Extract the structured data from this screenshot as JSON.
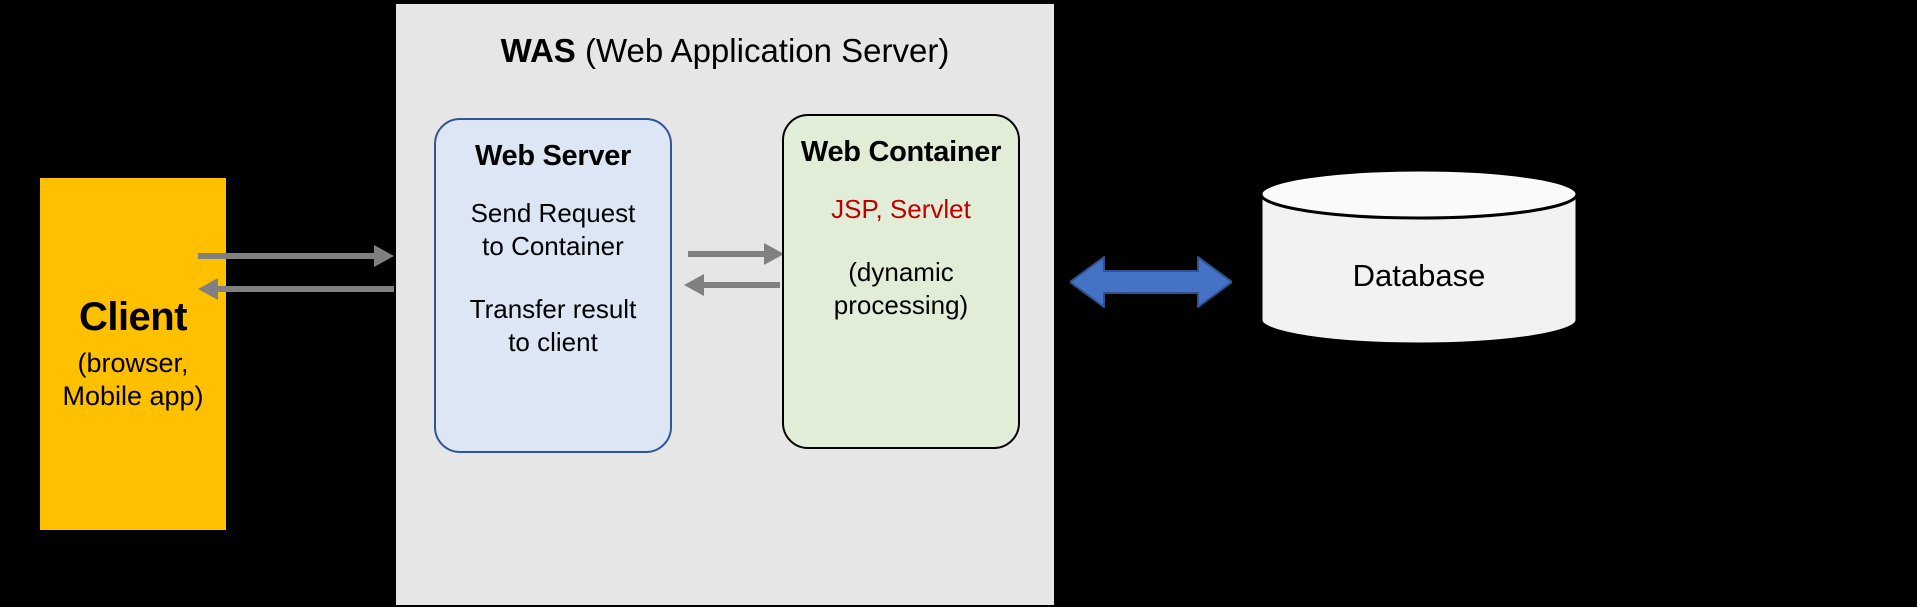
{
  "diagram": {
    "title": "WAS (Web Application Server) architecture",
    "colors": {
      "client_fill": "#FFC000",
      "was_panel_fill": "#E6E6E6",
      "web_server_fill": "#DCE6F5",
      "web_server_border": "#2E5596",
      "web_container_fill": "#E2EDD7",
      "web_container_border": "#000000",
      "accent_red": "#C00000",
      "blue_arrow_fill": "#4472C4",
      "blue_arrow_border": "#2F528F",
      "gray_arrow": "#808080",
      "database_fill": "#F2F2F2",
      "background": "#000000"
    }
  },
  "client": {
    "title": "Client",
    "sub_line1": "(browser,",
    "sub_line2": "Mobile app)"
  },
  "was": {
    "abbr": "WAS",
    "expansion": "(Web Application Server)"
  },
  "web_server": {
    "title": "Web Server",
    "body1_line1": "Send Request",
    "body1_line2": "to Container",
    "body2_line1": "Transfer result",
    "body2_line2": "to client"
  },
  "web_container": {
    "title": "Web Container",
    "tech": "JSP, Servlet",
    "body_line1": "(dynamic",
    "body_line2": "processing)"
  },
  "database": {
    "label": "Database"
  },
  "arrows": {
    "client_to_webserver": "request",
    "webserver_to_client": "response",
    "webserver_to_container": "forward",
    "container_to_webserver": "return",
    "was_to_database": "bidirectional"
  }
}
